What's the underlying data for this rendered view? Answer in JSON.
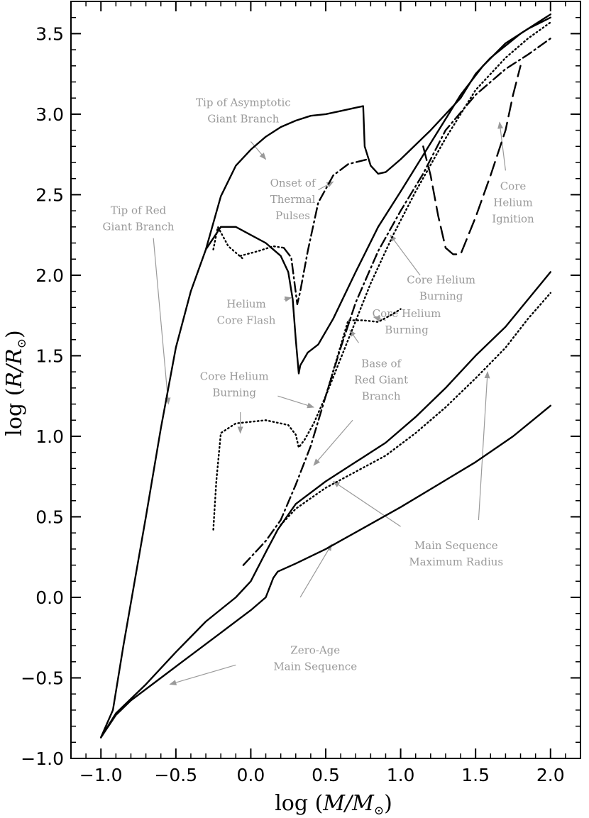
{
  "chart_data": {
    "type": "line",
    "xlabel_pre": "log (",
    "xlabel_var": "M",
    "xlabel_sym": "/M",
    "xlabel_sub": "⊙",
    "xlabel_post": ")",
    "ylabel_pre": "log (",
    "ylabel_var": "R",
    "ylabel_sym": "/R",
    "ylabel_sub": "⊙",
    "ylabel_post": ")",
    "xlim": [
      -1.2,
      2.2
    ],
    "ylim": [
      -1.0,
      3.7
    ],
    "xticks": [
      "-1.0",
      "-0.5",
      "0.0",
      "0.5",
      "1.0",
      "1.5",
      "2.0"
    ],
    "yticks": [
      "-1.0",
      "-0.5",
      "0.0",
      "0.5",
      "1.0",
      "1.5",
      "2.0",
      "2.5",
      "3.0",
      "3.5"
    ],
    "series": [
      {
        "style": "solid",
        "points": [
          [
            -1.0,
            -0.87
          ],
          [
            -0.9,
            -0.73
          ],
          [
            -0.8,
            -0.64
          ],
          [
            -0.6,
            -0.5
          ],
          [
            -0.4,
            -0.36
          ],
          [
            -0.2,
            -0.22
          ],
          [
            0.0,
            -0.08
          ],
          [
            0.1,
            0.0
          ],
          [
            0.15,
            0.12
          ],
          [
            0.18,
            0.16
          ],
          [
            0.3,
            0.21
          ],
          [
            0.5,
            0.3
          ],
          [
            0.75,
            0.43
          ],
          [
            1.0,
            0.56
          ],
          [
            1.25,
            0.7
          ],
          [
            1.5,
            0.84
          ],
          [
            1.75,
            1.0
          ],
          [
            2.0,
            1.19
          ]
        ]
      },
      {
        "style": "solid",
        "points": [
          [
            -1.0,
            -0.87
          ],
          [
            -0.9,
            -0.72
          ],
          [
            -0.7,
            -0.54
          ],
          [
            -0.5,
            -0.34
          ],
          [
            -0.3,
            -0.15
          ],
          [
            -0.1,
            0.0
          ],
          [
            0.0,
            0.1
          ],
          [
            0.1,
            0.28
          ],
          [
            0.18,
            0.42
          ],
          [
            0.3,
            0.58
          ],
          [
            0.5,
            0.72
          ],
          [
            0.7,
            0.84
          ],
          [
            0.9,
            0.96
          ],
          [
            1.1,
            1.12
          ],
          [
            1.3,
            1.3
          ],
          [
            1.5,
            1.5
          ],
          [
            1.7,
            1.68
          ],
          [
            1.85,
            1.85
          ],
          [
            2.0,
            2.02
          ]
        ]
      },
      {
        "style": "dotted",
        "points": [
          [
            0.2,
            0.45
          ],
          [
            0.3,
            0.55
          ],
          [
            0.5,
            0.68
          ],
          [
            0.7,
            0.78
          ],
          [
            0.9,
            0.88
          ],
          [
            1.1,
            1.02
          ],
          [
            1.3,
            1.18
          ],
          [
            1.5,
            1.36
          ],
          [
            1.7,
            1.55
          ],
          [
            1.85,
            1.73
          ],
          [
            2.0,
            1.89
          ]
        ]
      },
      {
        "style": "solid",
        "points": [
          [
            -1.0,
            -0.87
          ],
          [
            -0.92,
            -0.7
          ],
          [
            -0.85,
            -0.3
          ],
          [
            -0.7,
            0.5
          ],
          [
            -0.6,
            1.05
          ],
          [
            -0.5,
            1.55
          ],
          [
            -0.4,
            1.9
          ],
          [
            -0.3,
            2.16
          ],
          [
            -0.2,
            2.3
          ],
          [
            -0.1,
            2.3
          ],
          [
            0.0,
            2.25
          ],
          [
            0.1,
            2.2
          ],
          [
            0.2,
            2.12
          ],
          [
            0.25,
            2.02
          ],
          [
            0.28,
            1.85
          ],
          [
            0.3,
            1.6
          ],
          [
            0.32,
            1.39
          ],
          [
            0.33,
            1.44
          ],
          [
            0.38,
            1.52
          ],
          [
            0.45,
            1.57
          ],
          [
            0.55,
            1.73
          ],
          [
            0.7,
            2.02
          ],
          [
            0.85,
            2.3
          ],
          [
            1.0,
            2.52
          ],
          [
            1.2,
            2.82
          ],
          [
            1.4,
            3.12
          ],
          [
            1.55,
            3.3
          ],
          [
            1.7,
            3.44
          ],
          [
            1.85,
            3.53
          ],
          [
            2.0,
            3.6
          ]
        ]
      },
      {
        "style": "solid",
        "points": [
          [
            -0.3,
            2.16
          ],
          [
            -0.2,
            2.49
          ],
          [
            -0.1,
            2.68
          ],
          [
            0.0,
            2.78
          ],
          [
            0.1,
            2.86
          ],
          [
            0.2,
            2.92
          ],
          [
            0.3,
            2.96
          ],
          [
            0.4,
            2.99
          ],
          [
            0.5,
            3.0
          ],
          [
            0.6,
            3.02
          ],
          [
            0.7,
            3.04
          ],
          [
            0.75,
            3.05
          ],
          [
            0.76,
            2.8
          ],
          [
            0.8,
            2.68
          ],
          [
            0.85,
            2.63
          ],
          [
            0.9,
            2.64
          ],
          [
            1.0,
            2.72
          ],
          [
            1.2,
            2.9
          ],
          [
            1.4,
            3.1
          ],
          [
            1.5,
            3.25
          ],
          [
            1.6,
            3.35
          ],
          [
            1.8,
            3.5
          ],
          [
            2.0,
            3.62
          ]
        ]
      },
      {
        "style": "dashdot",
        "points": [
          [
            -0.05,
            0.2
          ],
          [
            0.1,
            0.35
          ],
          [
            0.2,
            0.48
          ],
          [
            0.3,
            0.7
          ],
          [
            0.4,
            0.94
          ],
          [
            0.5,
            1.25
          ],
          [
            0.6,
            1.55
          ],
          [
            0.7,
            1.83
          ],
          [
            0.85,
            2.15
          ],
          [
            1.0,
            2.4
          ],
          [
            1.15,
            2.63
          ],
          [
            1.3,
            2.9
          ],
          [
            1.5,
            3.12
          ],
          [
            1.7,
            3.28
          ],
          [
            1.85,
            3.37
          ],
          [
            2.0,
            3.47
          ]
        ]
      },
      {
        "style": "dashdot",
        "points": [
          [
            0.22,
            2.17
          ],
          [
            0.27,
            2.11
          ],
          [
            0.31,
            1.82
          ],
          [
            0.33,
            1.9
          ],
          [
            0.38,
            2.15
          ],
          [
            0.45,
            2.45
          ],
          [
            0.55,
            2.62
          ],
          [
            0.65,
            2.69
          ],
          [
            0.78,
            2.72
          ]
        ]
      },
      {
        "style": "dotted",
        "points": [
          [
            -0.25,
            2.16
          ],
          [
            -0.22,
            2.3
          ],
          [
            -0.15,
            2.18
          ],
          [
            -0.05,
            2.1
          ]
        ]
      },
      {
        "style": "dotted",
        "points": [
          [
            -0.07,
            2.12
          ],
          [
            0.05,
            2.15
          ],
          [
            0.15,
            2.18
          ],
          [
            0.22,
            2.17
          ]
        ]
      },
      {
        "style": "dotted",
        "points": [
          [
            -0.25,
            0.42
          ],
          [
            -0.23,
            0.72
          ],
          [
            -0.2,
            1.02
          ],
          [
            -0.1,
            1.08
          ],
          [
            0.1,
            1.1
          ],
          [
            0.25,
            1.07
          ],
          [
            0.3,
            1.01
          ],
          [
            0.32,
            0.93
          ],
          [
            0.36,
            0.98
          ],
          [
            0.42,
            1.08
          ],
          [
            0.5,
            1.25
          ],
          [
            0.58,
            1.5
          ],
          [
            0.65,
            1.72
          ],
          [
            0.75,
            1.72
          ],
          [
            0.85,
            1.71
          ],
          [
            0.95,
            1.76
          ],
          [
            1.0,
            1.79
          ]
        ]
      },
      {
        "style": "dotted",
        "points": [
          [
            0.5,
            1.25
          ],
          [
            0.65,
            1.6
          ],
          [
            0.8,
            1.95
          ],
          [
            0.95,
            2.25
          ],
          [
            1.1,
            2.52
          ],
          [
            1.3,
            2.85
          ],
          [
            1.5,
            3.15
          ],
          [
            1.7,
            3.35
          ],
          [
            1.85,
            3.47
          ],
          [
            2.0,
            3.57
          ]
        ]
      },
      {
        "style": "longdash",
        "points": [
          [
            1.15,
            2.8
          ],
          [
            1.2,
            2.62
          ],
          [
            1.25,
            2.37
          ],
          [
            1.3,
            2.17
          ],
          [
            1.35,
            2.13
          ],
          [
            1.4,
            2.13
          ],
          [
            1.5,
            2.36
          ],
          [
            1.6,
            2.62
          ],
          [
            1.7,
            2.9
          ],
          [
            1.75,
            3.12
          ],
          [
            1.8,
            3.3
          ]
        ]
      }
    ],
    "annotations": [
      {
        "lines": [
          "Tip of Asymptotic",
          "Giant Branch"
        ],
        "at": [
          -0.05,
          3.05
        ],
        "arrow": [
          [
            0.0,
            2.83
          ],
          [
            0.1,
            2.72
          ]
        ]
      },
      {
        "lines": [
          "Onset of",
          "Thermal",
          "Pulses"
        ],
        "at": [
          0.28,
          2.55
        ],
        "arrow": [
          [
            0.45,
            2.53
          ],
          [
            0.55,
            2.58
          ]
        ]
      },
      {
        "lines": [
          "Tip of Red",
          "Giant Branch"
        ],
        "at": [
          -0.75,
          2.38
        ],
        "arrow": [
          [
            -0.65,
            2.23
          ],
          [
            -0.55,
            1.2
          ]
        ]
      },
      {
        "lines": [
          "Core",
          "Helium",
          "Ignition"
        ],
        "at": [
          1.75,
          2.53
        ],
        "arrow": [
          [
            1.7,
            2.65
          ],
          [
            1.66,
            2.95
          ]
        ]
      },
      {
        "lines": [
          "Core Helium",
          "Burning"
        ],
        "at": [
          1.27,
          1.95
        ],
        "arrow": [
          [
            1.13,
            2.0
          ],
          [
            0.93,
            2.25
          ]
        ]
      },
      {
        "lines": [
          "Helium",
          "Core Flash"
        ],
        "at": [
          -0.03,
          1.8
        ],
        "arrow": [
          [
            0.22,
            1.85
          ],
          [
            0.27,
            1.86
          ]
        ]
      },
      {
        "lines": [
          "Core Helium",
          "Burning"
        ],
        "at": [
          1.04,
          1.74
        ],
        "arrow": [
          [
            0.9,
            1.72
          ],
          [
            0.82,
            1.74
          ]
        ]
      },
      {
        "lines": [
          "Core Helium",
          "Burning"
        ],
        "at": [
          -0.11,
          1.35
        ],
        "arrow": [
          [
            -0.07,
            1.15
          ],
          [
            -0.07,
            1.02
          ]
        ]
      },
      {
        "lines": [
          "Core Helium",
          "Burning"
        ],
        "at": [
          -0.11,
          1.35
        ],
        "arrow": [
          [
            0.18,
            1.25
          ],
          [
            0.42,
            1.18
          ]
        ]
      },
      {
        "lines": [
          "Base of",
          "Red Giant",
          "Branch"
        ],
        "at": [
          0.87,
          1.43
        ],
        "arrow": [
          [
            0.72,
            1.58
          ],
          [
            0.66,
            1.66
          ]
        ]
      },
      {
        "lines": [
          "Base of",
          "Red Giant",
          "Branch"
        ],
        "at": [
          0.87,
          1.43
        ],
        "arrow": [
          [
            0.68,
            1.1
          ],
          [
            0.42,
            0.82
          ]
        ]
      },
      {
        "lines": [
          "Main Sequence",
          "Maximum Radius"
        ],
        "at": [
          1.37,
          0.3
        ],
        "arrow": [
          [
            1.0,
            0.44
          ],
          [
            0.55,
            0.72
          ]
        ]
      },
      {
        "lines": [
          "Main Sequence",
          "Maximum Radius"
        ],
        "at": [
          1.37,
          0.3
        ],
        "arrow": [
          [
            1.52,
            0.48
          ],
          [
            1.58,
            1.4
          ]
        ]
      },
      {
        "lines": [
          "Zero-Age",
          "Main Sequence"
        ],
        "at": [
          0.43,
          -0.35
        ],
        "arrow": [
          [
            0.33,
            0.0
          ],
          [
            0.54,
            0.33
          ]
        ]
      },
      {
        "lines": [
          "Zero-Age",
          "Main Sequence"
        ],
        "at": [
          0.43,
          -0.35
        ],
        "arrow": [
          [
            -0.1,
            -0.42
          ],
          [
            -0.54,
            -0.54
          ]
        ]
      }
    ]
  }
}
